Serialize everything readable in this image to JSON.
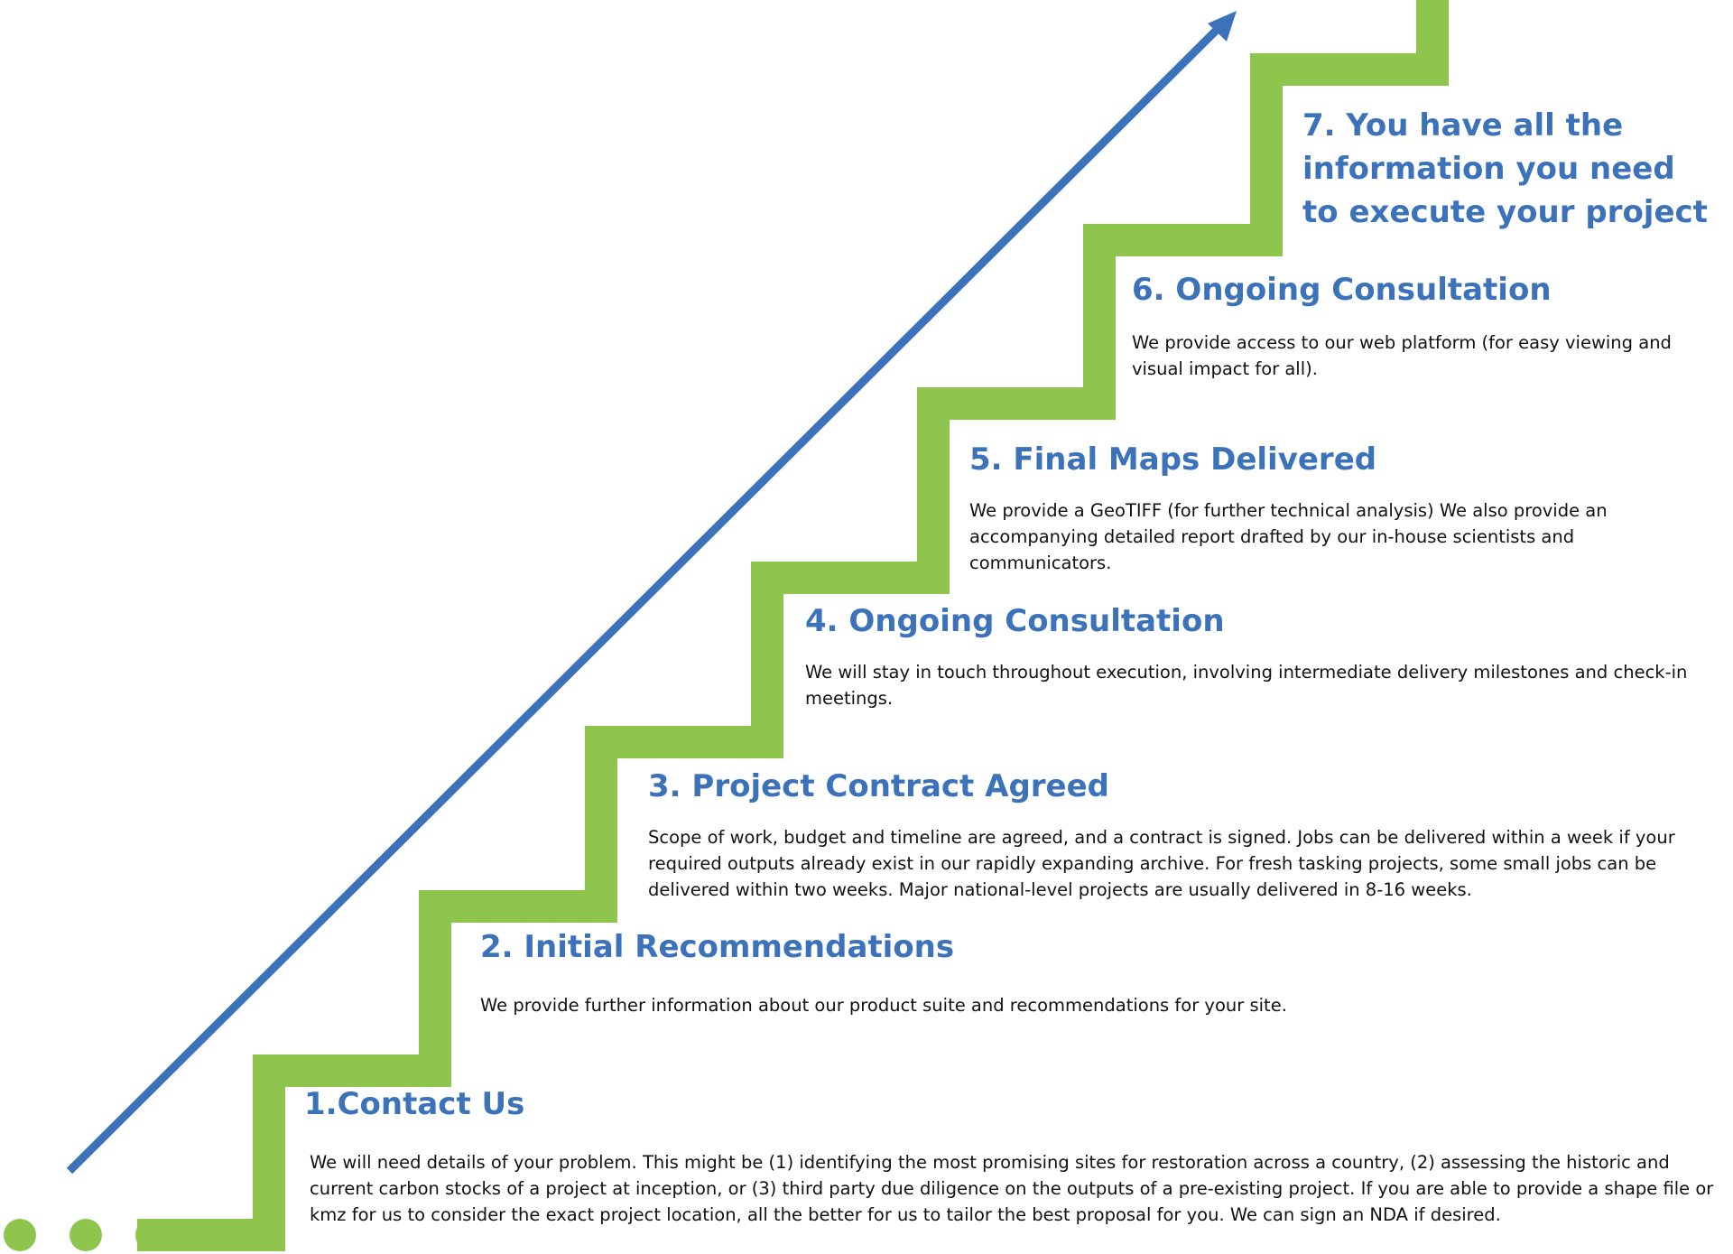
{
  "colors": {
    "stair_green": "#8dc54d",
    "arrow_blue": "#3b72b9",
    "title_blue": "#3b72b9",
    "text": "#111111"
  },
  "steps": [
    {
      "title": "1.Contact Us",
      "description": "We will need details of your problem. This might be (1) identifying the most promising sites for restoration across a country, (2) assessing the historic and current carbon stocks of a project at inception, or (3) third party due diligence on the outputs of a pre-existing project.  If you are able to provide a shape file or kmz for us to consider the exact project location, all the better for us to tailor the best proposal for you. We can sign an NDA if desired."
    },
    {
      "title": "2. Initial Recommendations",
      "description": "We provide further information about our product suite and recommendations for your site."
    },
    {
      "title": "3. Project Contract Agreed",
      "description": "Scope of work, budget and timeline are agreed, and a contract is signed. Jobs can be delivered within a week if your required outputs already exist in our rapidly expanding archive. For fresh tasking projects, some small jobs can be delivered within two weeks. Major national-level projects are usually delivered in 8-16 weeks."
    },
    {
      "title": "4. Ongoing Consultation",
      "description": "We will stay in touch throughout execution, involving intermediate delivery milestones and check-in meetings."
    },
    {
      "title": "5. Final Maps Delivered",
      "description": "We provide a GeoTIFF (for further technical analysis) We also provide an accompanying detailed report drafted by our in-house scientists and communicators."
    },
    {
      "title": "6. Ongoing Consultation",
      "description": "We provide access to our web platform (for easy viewing and visual impact for all)."
    },
    {
      "title": "7. You have all the information you need to execute your project",
      "description": ""
    }
  ]
}
